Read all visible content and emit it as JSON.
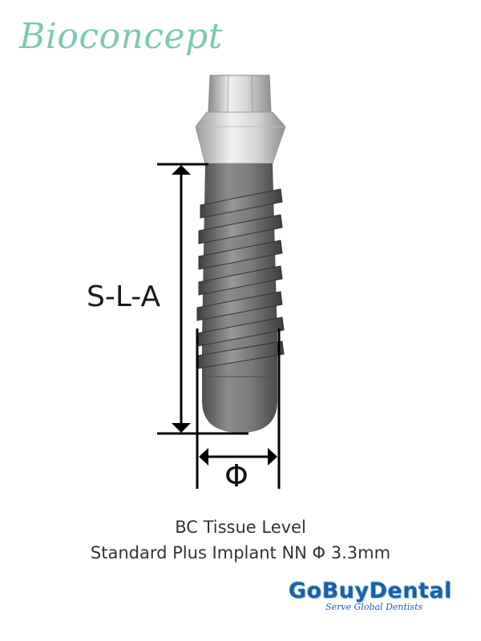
{
  "brand": {
    "logo_text": "Bioconcept"
  },
  "figure": {
    "length_label": "S-L-A",
    "diameter_label": "Φ"
  },
  "caption": {
    "line1": "BC Tissue Level",
    "line2": "Standard Plus Implant NN Φ 3.3mm"
  },
  "seller": {
    "name": "GoBuyDental",
    "tagline": "Serve Global Dentists"
  },
  "colors": {
    "brand_teal": "#7cc9b4",
    "implant_gray": "#707070",
    "seller_blue": "#1e5ea8"
  }
}
